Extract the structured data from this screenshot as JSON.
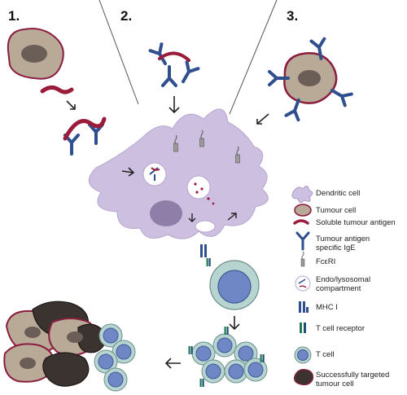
{
  "steps": {
    "one": "1.",
    "two": "2.",
    "three": "3."
  },
  "legend": {
    "dendritic_cell": "Dendritic cell",
    "tumour_cell": "Tumour cell",
    "soluble_antigen": "Soluble tumour antigen",
    "ige": "Tumour antigen\nspecific IgE",
    "fceri": "FcεRI",
    "endo": "Endo/lysosomal\ncompartment",
    "mhc1": "MHC I",
    "tcr": "T cell receptor",
    "tcell": "T cell",
    "targeted": "Successfully targeted\ntumour cell"
  },
  "colors": {
    "dc_fill": "#cdbfe0",
    "ige": "#2f4f8f",
    "antigen": "#9b1b3a",
    "tumour_fill": "#b9aa98",
    "tumour_border": "#8b1e3f",
    "tcell_fill": "#6f87c4",
    "tcell_ring": "#b7d4d0",
    "tcr": "#1e7a52",
    "targeted_fill": "#3a332f"
  }
}
